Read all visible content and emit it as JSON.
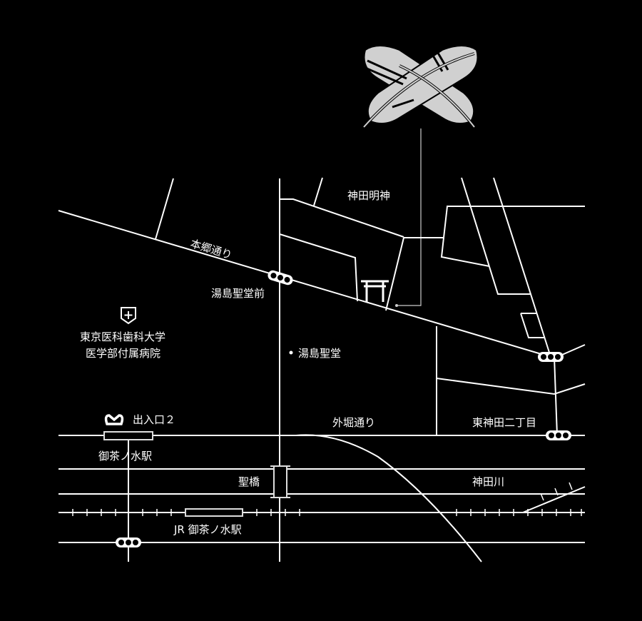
{
  "colors": {
    "background": "#000000",
    "lines": "#ffffff",
    "logo": "#d0d0d0"
  },
  "labels": {
    "kanda_myojin": "神田明神",
    "hongo_dori": "本郷通り",
    "yushima_seido_mae": "湯島聖堂前",
    "hospital_line1": "東京医科歯科大学",
    "hospital_line2": "医学部付属病院",
    "yushima_seido": "湯島聖堂",
    "exit": "出入口２",
    "sotobori_dori": "外堀通り",
    "higashi_kanda": "東神田二丁目",
    "ochanomizu_station": "御茶ノ水駅",
    "hijiri_bashi": "聖橋",
    "kanda_river": "神田川",
    "jr_station": "JR 御茶ノ水駅"
  },
  "icons": [
    "crossed-feathers-logo",
    "torii-icon",
    "hospital-icon",
    "metro-icon",
    "traffic-signal-icon"
  ]
}
